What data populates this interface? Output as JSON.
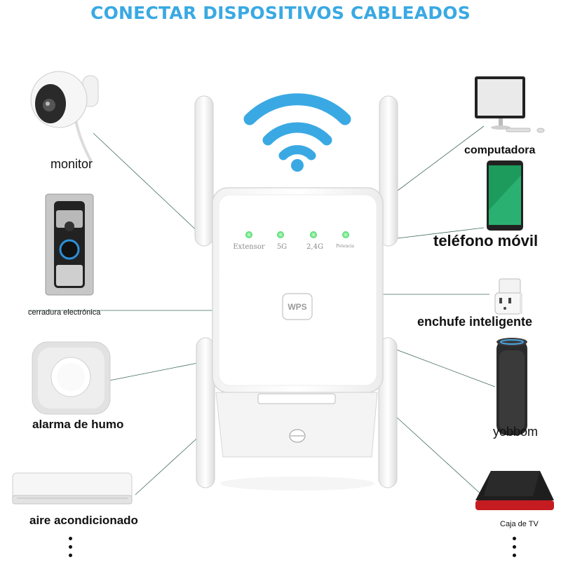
{
  "title": "CONECTAR DISPOSITIVOS CABLEADOS",
  "devices_left": {
    "monitor": "monitor",
    "lock": "cerradura electrónica",
    "smoke": "alarma de humo",
    "ac": "aire acondicionado"
  },
  "devices_right": {
    "pc": "computadora",
    "phone": "teléfono móvil",
    "plug": "enchufe inteligente",
    "speaker": "yobbom",
    "tv": "Caja de TV"
  },
  "extender": {
    "leds": [
      "Extensor",
      "5G",
      "2,4G",
      "Potencia"
    ],
    "wps": "WPS"
  },
  "colors": {
    "title": "#3aa9e3",
    "wifi": "#3aa9e3",
    "led": "#5fe07a"
  }
}
